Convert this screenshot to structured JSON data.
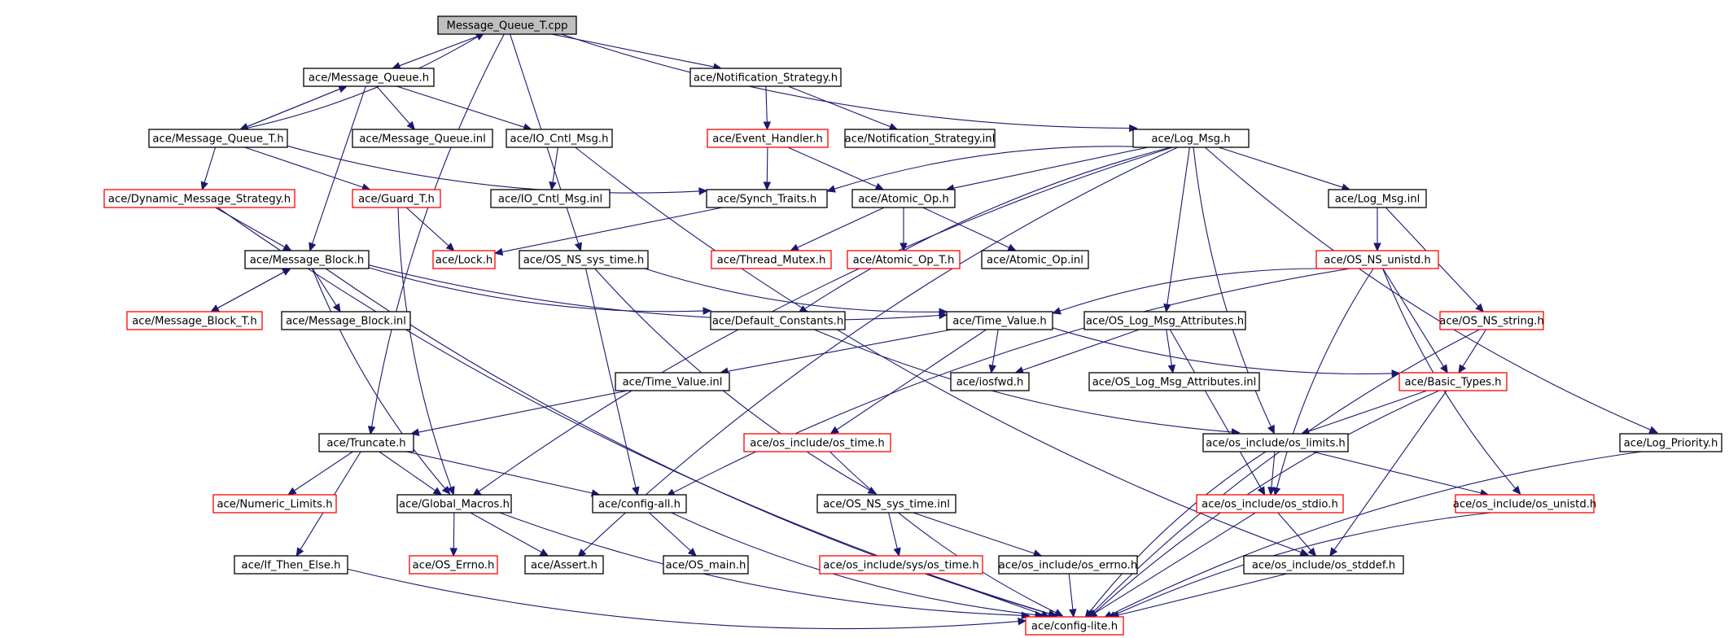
{
  "graph": {
    "edge_color": "#191970",
    "node_border_default": "#000000",
    "node_border_incomplete": "#ff0000",
    "root_fill": "#bfbfbf",
    "nodes": [
      {
        "id": "mq_t_cpp",
        "label": "Message_Queue_T.cpp",
        "style": "root"
      },
      {
        "id": "mq_h",
        "label": "ace/Message_Queue.h",
        "style": "black"
      },
      {
        "id": "notif_h",
        "label": "ace/Notification_Strategy.h",
        "style": "black"
      },
      {
        "id": "mqt_h",
        "label": "ace/Message_Queue_T.h",
        "style": "black"
      },
      {
        "id": "mq_inl",
        "label": "ace/Message_Queue.inl",
        "style": "black"
      },
      {
        "id": "iocntl_h",
        "label": "ace/IO_Cntl_Msg.h",
        "style": "black"
      },
      {
        "id": "evh_h",
        "label": "ace/Event_Handler.h",
        "style": "red"
      },
      {
        "id": "notif_inl",
        "label": "ace/Notification_Strategy.inl",
        "style": "black"
      },
      {
        "id": "logmsg_h",
        "label": "ace/Log_Msg.h",
        "style": "black"
      },
      {
        "id": "dms_h",
        "label": "ace/Dynamic_Message_Strategy.h",
        "style": "red"
      },
      {
        "id": "guard_h",
        "label": "ace/Guard_T.h",
        "style": "red"
      },
      {
        "id": "iocntl_inl",
        "label": "ace/IO_Cntl_Msg.inl",
        "style": "black"
      },
      {
        "id": "synch_h",
        "label": "ace/Synch_Traits.h",
        "style": "black"
      },
      {
        "id": "atomic_h",
        "label": "ace/Atomic_Op.h",
        "style": "black"
      },
      {
        "id": "logmsg_inl",
        "label": "ace/Log_Msg.inl",
        "style": "black"
      },
      {
        "id": "mb_h",
        "label": "ace/Message_Block.h",
        "style": "black"
      },
      {
        "id": "lock_h",
        "label": "ace/Lock.h",
        "style": "red"
      },
      {
        "id": "systime_h",
        "label": "ace/OS_NS_sys_time.h",
        "style": "black"
      },
      {
        "id": "thrmutex_h",
        "label": "ace/Thread_Mutex.h",
        "style": "red"
      },
      {
        "id": "atomict_h",
        "label": "ace/Atomic_Op_T.h",
        "style": "red"
      },
      {
        "id": "atomic_inl",
        "label": "ace/Atomic_Op.inl",
        "style": "black"
      },
      {
        "id": "unistd_h",
        "label": "ace/OS_NS_unistd.h",
        "style": "red"
      },
      {
        "id": "mbt_h",
        "label": "ace/Message_Block_T.h",
        "style": "red"
      },
      {
        "id": "mb_inl",
        "label": "ace/Message_Block.inl",
        "style": "black"
      },
      {
        "id": "defconst_h",
        "label": "ace/Default_Constants.h",
        "style": "black"
      },
      {
        "id": "timeval_h",
        "label": "ace/Time_Value.h",
        "style": "black"
      },
      {
        "id": "oslogattr_h",
        "label": "ace/OS_Log_Msg_Attributes.h",
        "style": "black"
      },
      {
        "id": "string_h",
        "label": "ace/OS_NS_string.h",
        "style": "red"
      },
      {
        "id": "timeval_inl",
        "label": "ace/Time_Value.inl",
        "style": "black"
      },
      {
        "id": "iosfwd_h",
        "label": "ace/iosfwd.h",
        "style": "black"
      },
      {
        "id": "oslogattr_inl",
        "label": "ace/OS_Log_Msg_Attributes.inl",
        "style": "black"
      },
      {
        "id": "basic_h",
        "label": "ace/Basic_Types.h",
        "style": "red"
      },
      {
        "id": "truncate_h",
        "label": "ace/Truncate.h",
        "style": "black"
      },
      {
        "id": "ostime_h",
        "label": "ace/os_include/os_time.h",
        "style": "red"
      },
      {
        "id": "limits_h",
        "label": "ace/os_include/os_limits.h",
        "style": "black"
      },
      {
        "id": "logprio_h",
        "label": "ace/Log_Priority.h",
        "style": "black"
      },
      {
        "id": "numlim_h",
        "label": "ace/Numeric_Limits.h",
        "style": "red"
      },
      {
        "id": "globmac_h",
        "label": "ace/Global_Macros.h",
        "style": "black"
      },
      {
        "id": "configall_h",
        "label": "ace/config-all.h",
        "style": "black"
      },
      {
        "id": "systime_inl",
        "label": "ace/OS_NS_sys_time.inl",
        "style": "black"
      },
      {
        "id": "stdio_h",
        "label": "ace/os_include/os_stdio.h",
        "style": "red"
      },
      {
        "id": "osunistd_h",
        "label": "ace/os_include/os_unistd.h",
        "style": "red"
      },
      {
        "id": "ifthen_h",
        "label": "ace/If_Then_Else.h",
        "style": "black"
      },
      {
        "id": "oserrno_h",
        "label": "ace/OS_Errno.h",
        "style": "red"
      },
      {
        "id": "assert_h",
        "label": "ace/Assert.h",
        "style": "black"
      },
      {
        "id": "osmain_h",
        "label": "ace/OS_main.h",
        "style": "black"
      },
      {
        "id": "systime2_h",
        "label": "ace/os_include/sys/os_time.h",
        "style": "red"
      },
      {
        "id": "errno_h",
        "label": "ace/os_include/os_errno.h",
        "style": "black"
      },
      {
        "id": "stddef_h",
        "label": "ace/os_include/os_stddef.h",
        "style": "black"
      },
      {
        "id": "configlite_h",
        "label": "ace/config-lite.h",
        "style": "red"
      }
    ],
    "edges": [
      [
        "mq_t_cpp",
        "mq_h"
      ],
      [
        "mq_t_cpp",
        "notif_h"
      ],
      [
        "mq_t_cpp",
        "logmsg_h"
      ],
      [
        "mq_t_cpp",
        "systime_h"
      ],
      [
        "mq_t_cpp",
        "truncate_h"
      ],
      [
        "mq_h",
        "mqt_h"
      ],
      [
        "mq_h",
        "mq_inl"
      ],
      [
        "mq_h",
        "iocntl_h"
      ],
      [
        "mq_h",
        "mb_h"
      ],
      [
        "mqt_h",
        "mq_t_cpp"
      ],
      [
        "mqt_h",
        "mq_h"
      ],
      [
        "mqt_h",
        "dms_h"
      ],
      [
        "mqt_h",
        "guard_h"
      ],
      [
        "mqt_h",
        "synch_h"
      ],
      [
        "notif_h",
        "evh_h"
      ],
      [
        "notif_h",
        "notif_inl"
      ],
      [
        "iocntl_h",
        "iocntl_inl"
      ],
      [
        "iocntl_h",
        "stddef_h"
      ],
      [
        "evh_h",
        "synch_h"
      ],
      [
        "evh_h",
        "atomic_h"
      ],
      [
        "logmsg_h",
        "synch_h"
      ],
      [
        "logmsg_h",
        "atomic_h"
      ],
      [
        "logmsg_h",
        "logmsg_inl"
      ],
      [
        "logmsg_h",
        "defconst_h"
      ],
      [
        "logmsg_h",
        "oslogattr_h"
      ],
      [
        "logmsg_h",
        "limits_h"
      ],
      [
        "logmsg_h",
        "logprio_h"
      ],
      [
        "logmsg_h",
        "globmac_h"
      ],
      [
        "logmsg_h",
        "assert_h"
      ],
      [
        "dms_h",
        "mb_h"
      ],
      [
        "dms_h",
        "configlite_h"
      ],
      [
        "guard_h",
        "lock_h"
      ],
      [
        "guard_h",
        "globmac_h"
      ],
      [
        "synch_h",
        "lock_h"
      ],
      [
        "atomic_h",
        "thrmutex_h"
      ],
      [
        "atomic_h",
        "atomict_h"
      ],
      [
        "atomic_h",
        "atomic_inl"
      ],
      [
        "logmsg_inl",
        "unistd_h"
      ],
      [
        "logmsg_inl",
        "string_h"
      ],
      [
        "mb_h",
        "mbt_h"
      ],
      [
        "mb_h",
        "mb_inl"
      ],
      [
        "mb_h",
        "defconst_h"
      ],
      [
        "mb_h",
        "timeval_h"
      ],
      [
        "mb_h",
        "globmac_h"
      ],
      [
        "mb_h",
        "configlite_h"
      ],
      [
        "mbt_h",
        "mb_h"
      ],
      [
        "systime_h",
        "timeval_h"
      ],
      [
        "systime_h",
        "configall_h"
      ],
      [
        "systime_h",
        "systime_inl"
      ],
      [
        "unistd_h",
        "timeval_h"
      ],
      [
        "unistd_h",
        "basic_h"
      ],
      [
        "unistd_h",
        "configall_h"
      ],
      [
        "unistd_h",
        "stdio_h"
      ],
      [
        "unistd_h",
        "osunistd_h"
      ],
      [
        "defconst_h",
        "limits_h"
      ],
      [
        "timeval_h",
        "timeval_inl"
      ],
      [
        "timeval_h",
        "iosfwd_h"
      ],
      [
        "timeval_h",
        "basic_h"
      ],
      [
        "timeval_h",
        "ostime_h"
      ],
      [
        "oslogattr_h",
        "iosfwd_h"
      ],
      [
        "oslogattr_h",
        "oslogattr_inl"
      ],
      [
        "oslogattr_h",
        "stdio_h"
      ],
      [
        "string_h",
        "basic_h"
      ],
      [
        "string_h",
        "configlite_h"
      ],
      [
        "timeval_inl",
        "truncate_h"
      ],
      [
        "basic_h",
        "limits_h"
      ],
      [
        "basic_h",
        "stddef_h"
      ],
      [
        "basic_h",
        "configlite_h"
      ],
      [
        "truncate_h",
        "numlim_h"
      ],
      [
        "truncate_h",
        "globmac_h"
      ],
      [
        "truncate_h",
        "configall_h"
      ],
      [
        "truncate_h",
        "ifthen_h"
      ],
      [
        "ostime_h",
        "configlite_h"
      ],
      [
        "limits_h",
        "stdio_h"
      ],
      [
        "limits_h",
        "osunistd_h"
      ],
      [
        "limits_h",
        "configlite_h"
      ],
      [
        "logprio_h",
        "configlite_h"
      ],
      [
        "globmac_h",
        "oserrno_h"
      ],
      [
        "globmac_h",
        "assert_h"
      ],
      [
        "globmac_h",
        "configlite_h"
      ],
      [
        "configall_h",
        "osmain_h"
      ],
      [
        "configall_h",
        "configlite_h"
      ],
      [
        "systime_inl",
        "systime2_h"
      ],
      [
        "systime_inl",
        "errno_h"
      ],
      [
        "stdio_h",
        "stddef_h"
      ],
      [
        "stdio_h",
        "configlite_h"
      ],
      [
        "osunistd_h",
        "configlite_h"
      ],
      [
        "ifthen_h",
        "configlite_h"
      ],
      [
        "systime2_h",
        "configlite_h"
      ],
      [
        "errno_h",
        "configlite_h"
      ],
      [
        "stddef_h",
        "configlite_h"
      ]
    ]
  }
}
